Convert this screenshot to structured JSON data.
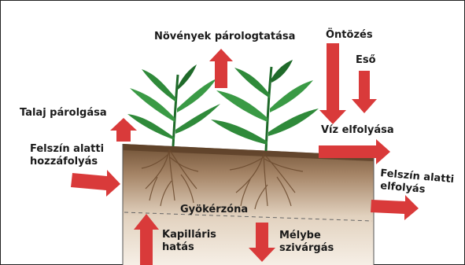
{
  "labels": {
    "plant_transpiration": "Növények párologtatása",
    "irrigation": "Öntözés",
    "rain": "Eső",
    "soil_evaporation": "Talaj párolgása",
    "runoff": "Víz elfolyása",
    "subsurface_inflow_1": "Felszín alatti",
    "subsurface_inflow_2": "hozzáfolyás",
    "subsurface_outflow_1": "Felszín alatti",
    "subsurface_outflow_2": "elfolyás",
    "root_zone": "Gyökérzóna",
    "capillary_1": "Kapilláris",
    "capillary_2": "hatás",
    "deep_percolation_1": "Mélybe",
    "deep_percolation_2": "szivárgás"
  },
  "colors": {
    "arrow": "#d93a3a",
    "leaf": "#2f8a3a",
    "leaf_dark": "#1f6a2a",
    "soil_top": "#7a5a3c",
    "soil_bottom": "#efe4d6",
    "root": "#6b4a2e",
    "frame": "#222222"
  }
}
